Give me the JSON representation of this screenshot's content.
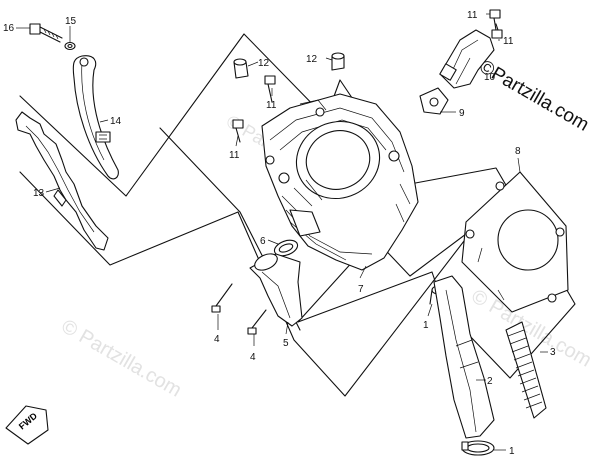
{
  "watermarks": {
    "main": "©Partzilla.com",
    "faint": "© Partzilla.com"
  },
  "fwd_label": "FWD",
  "callouts": [
    {
      "id": "c16",
      "text": "16"
    },
    {
      "id": "c15",
      "text": "15"
    },
    {
      "id": "c14",
      "text": "14"
    },
    {
      "id": "c13",
      "text": "13"
    },
    {
      "id": "c12a",
      "text": "12"
    },
    {
      "id": "c12b",
      "text": "12"
    },
    {
      "id": "c11a",
      "text": "11"
    },
    {
      "id": "c11b",
      "text": "11"
    },
    {
      "id": "c11c",
      "text": "11"
    },
    {
      "id": "c11d",
      "text": "11"
    },
    {
      "id": "c10",
      "text": "10"
    },
    {
      "id": "c9",
      "text": "9"
    },
    {
      "id": "c8",
      "text": "8"
    },
    {
      "id": "c7",
      "text": "7"
    },
    {
      "id": "c6",
      "text": "6"
    },
    {
      "id": "c5",
      "text": "5"
    },
    {
      "id": "c4a",
      "text": "4"
    },
    {
      "id": "c4b",
      "text": "4"
    },
    {
      "id": "c3",
      "text": "3"
    },
    {
      "id": "c2",
      "text": "2"
    },
    {
      "id": "c1a",
      "text": "1"
    },
    {
      "id": "c1b",
      "text": "1"
    }
  ],
  "colors": {
    "line": "#111111",
    "watermark": "#e2e2e2",
    "background": "#ffffff"
  }
}
